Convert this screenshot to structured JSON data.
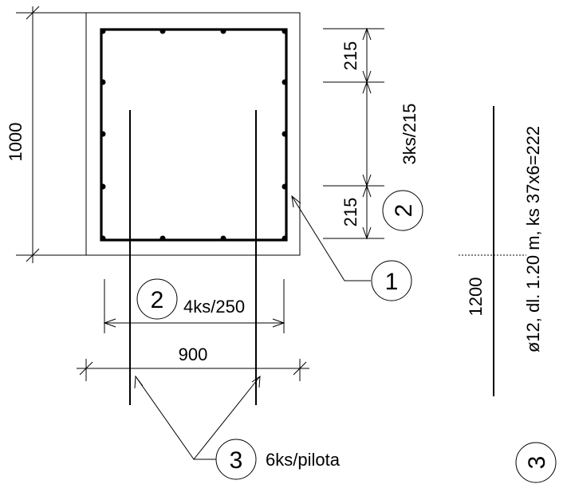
{
  "dimensions": {
    "height": "1000",
    "width": "900",
    "inner_width": "4ks/250",
    "spacing_top": "215",
    "spacing_bottom": "215",
    "stirrup_spacing": "3ks/215",
    "bar_length": "1200"
  },
  "markers": {
    "m1": "1",
    "m2_side": "2",
    "m2_bottom": "2",
    "m3_bottom": "3",
    "m3_right": "3"
  },
  "notes": {
    "pile_count": "6ks/pilota",
    "bar_spec": "ø12, dl. 1.20 m, ks 37x6=222"
  }
}
